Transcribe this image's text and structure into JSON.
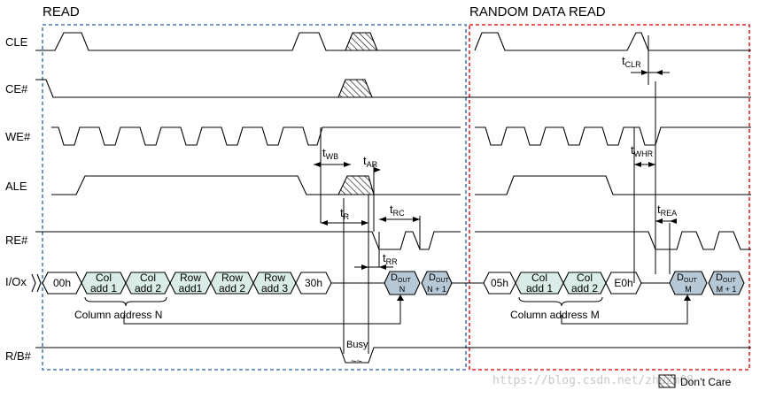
{
  "sections": {
    "read_title": "READ",
    "random_title": "RANDOM DATA READ"
  },
  "signals": [
    "CLE",
    "CE#",
    "WE#",
    "ALE",
    "RE#",
    "I/Ox",
    "R/B#"
  ],
  "bus_read": {
    "cmd1": "00h",
    "col1": [
      "Col",
      "add 1"
    ],
    "col2": [
      "Col",
      "add 2"
    ],
    "row1": [
      "Row",
      "add1"
    ],
    "row2": [
      "Row",
      "add 2"
    ],
    "row3": [
      "Row",
      "add 3"
    ],
    "cmd2": "30h",
    "dout_n": [
      "D",
      "OUT",
      "N"
    ],
    "dout_n1": [
      "D",
      "OUT",
      "N + 1"
    ]
  },
  "bus_random": {
    "cmd1": "05h",
    "col1": [
      "Col",
      "add 1"
    ],
    "col2": [
      "Col",
      "add 2"
    ],
    "cmd2": "E0h",
    "dout_m": [
      "D",
      "OUT",
      "M"
    ],
    "dout_m1": [
      "D",
      "OUT",
      "M + 1"
    ]
  },
  "labels": {
    "column_n": "Column address N",
    "column_m": "Column address M",
    "busy": "Busy",
    "dont_care": "Don’t Care",
    "watermark": "https://blog.csdn.net/zhuzm08"
  },
  "timing": {
    "tWB": [
      "t",
      "WB"
    ],
    "tAR": [
      "t",
      "AR"
    ],
    "tR": [
      "t",
      "R"
    ],
    "tRC": [
      "t",
      "RC"
    ],
    "tRR": [
      "t",
      "RR"
    ],
    "tCLR": [
      "t",
      "CLR"
    ],
    "tWHR": [
      "t",
      "WHR"
    ],
    "tREA": [
      "t",
      "REA"
    ]
  },
  "colors": {
    "read_box": "#4a7ab0",
    "random_box": "#e02424",
    "col_fill": "#d9ece8",
    "dout_fill": "#b6c7d6",
    "line": "#000000"
  }
}
